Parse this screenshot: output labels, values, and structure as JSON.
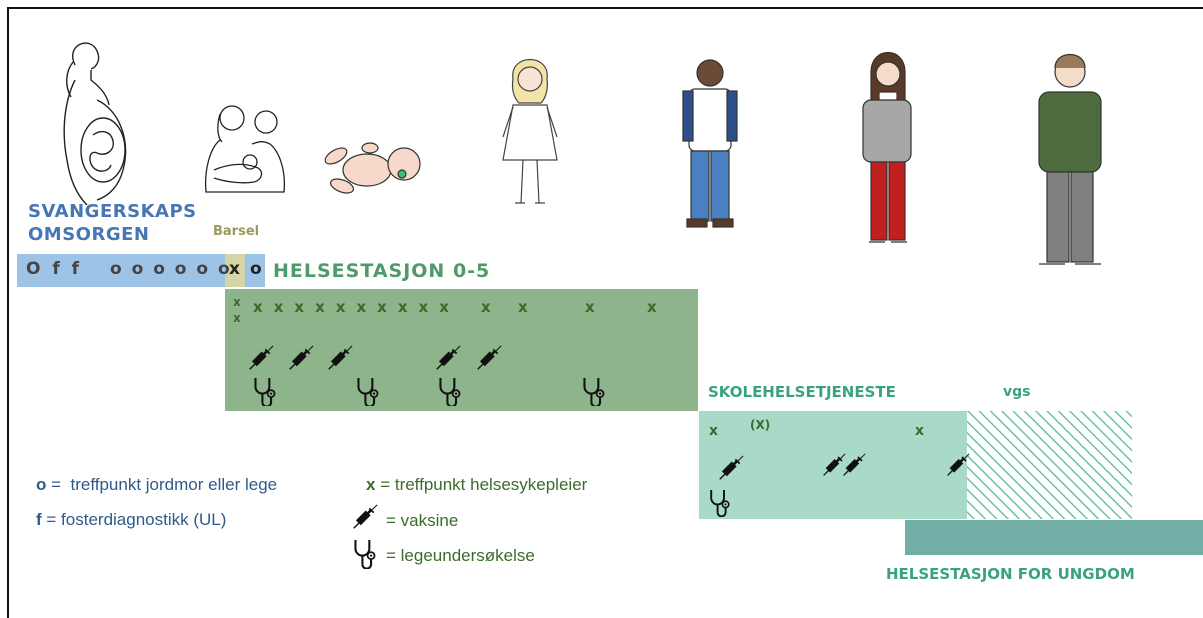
{
  "sections": {
    "pregnancy": "SVANGERSKAPS\nOMSORGEN",
    "postpartum": "Barsel",
    "child_clinic": "HELSESTASJON 0-5",
    "school": "SKOLEHELSETJENESTE",
    "upper_secondary": "vgs",
    "youth_clinic": "HELSESTASJON FOR UNGDOM"
  },
  "pregnancy_bar": {
    "f_marks": "O f f",
    "o_marks": "o o o o o o",
    "barsel_x": "x",
    "barsel_o": "o"
  },
  "child_clinic_marks": {
    "first_col": [
      "x",
      "x"
    ],
    "row": [
      "x",
      "x",
      "x",
      "x",
      "x",
      "x",
      "x",
      "x",
      "x",
      "x"
    ],
    "later": [
      "x",
      "x",
      "x",
      "x"
    ]
  },
  "school_marks": {
    "x1": "x",
    "x_paren": "(X)",
    "x2": "x"
  },
  "legend": {
    "o_symbol": "o",
    "o_text": " =  treffpunkt jordmor eller lege",
    "f_symbol": "f",
    "f_text": " = fosterdiagnostikk (UL)",
    "x_symbol": "x",
    "x_text": " = treffpunkt helsesykepleier",
    "vaccine_text": "= vaksine",
    "doctor_text": "= legeundersøkelse"
  },
  "colors": {
    "pregnancy": "#9dc3e6",
    "barsel": "#d6d5a8",
    "child": "#8db48a",
    "school": "#a8dac7",
    "youth": "#72ada6",
    "hatch": "#4fb996"
  },
  "icons": [
    "pregnant-woman",
    "parents-with-baby",
    "baby",
    "girl-child",
    "boy-child",
    "teen-girl",
    "young-man",
    "syringe-icon",
    "stethoscope-icon"
  ]
}
